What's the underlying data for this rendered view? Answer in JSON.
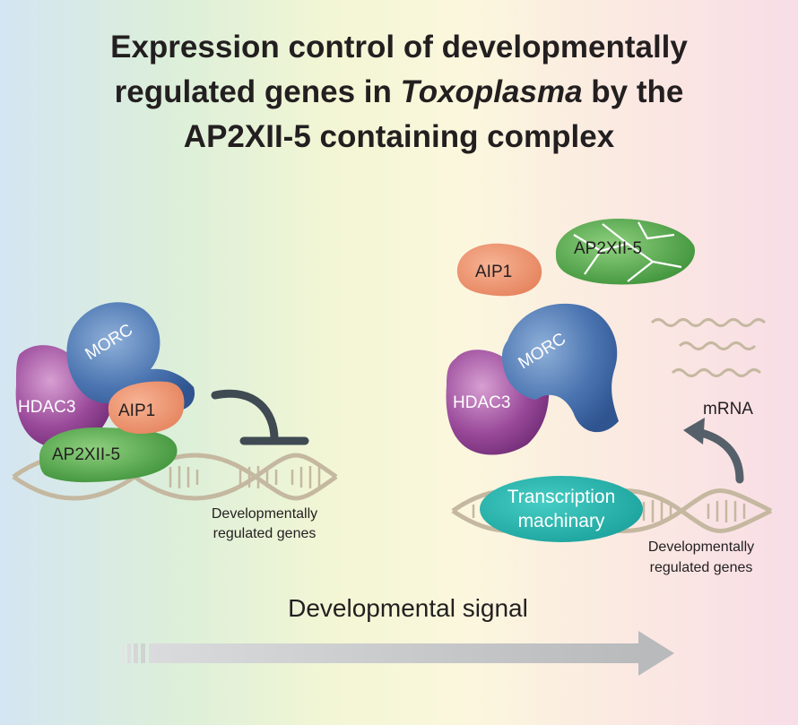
{
  "title": {
    "line1": "Expression control of developmentally",
    "line2_pre": "regulated genes in ",
    "line2_italic": "Toxoplasma",
    "line2_post": " by the",
    "line3": "AP2XII-5 containing complex"
  },
  "left_complex": {
    "morc": "MORC",
    "hdac3": "HDAC3",
    "aip1": "AIP1",
    "ap2": "AP2XII-5",
    "genes_line1": "Developmentally",
    "genes_line2": "regulated genes"
  },
  "right_complex": {
    "aip1": "AIP1",
    "ap2": "AP2XII-5",
    "morc": "MORC",
    "hdac3": "HDAC3",
    "mrna": "mRNA",
    "machinery_line1": "Transcription",
    "machinery_line2": "machinary",
    "genes_line1": "Developmentally",
    "genes_line2": "regulated genes"
  },
  "signal_label": "Developmental signal",
  "colors": {
    "hdac3": "#8e3c8f",
    "morc": "#3f6aa6",
    "aip1": "#ec936b",
    "ap2": "#4ea445",
    "machinery": "#25b4ad",
    "dna": "#c5b8a0",
    "repression": "#3f4a53",
    "arrow_gray": "#c2c4c6"
  }
}
